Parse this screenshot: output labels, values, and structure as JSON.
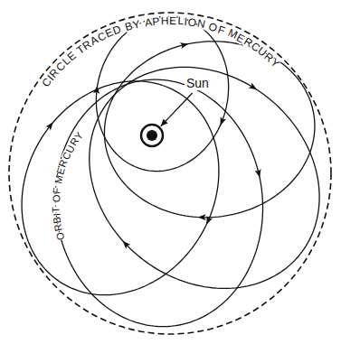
{
  "diagram": {
    "labels": [
      "CIRCLE TRACED BY APHELION OF MERCURY",
      "ORBIT OF MERCURY",
      "Sun"
    ]
  }
}
